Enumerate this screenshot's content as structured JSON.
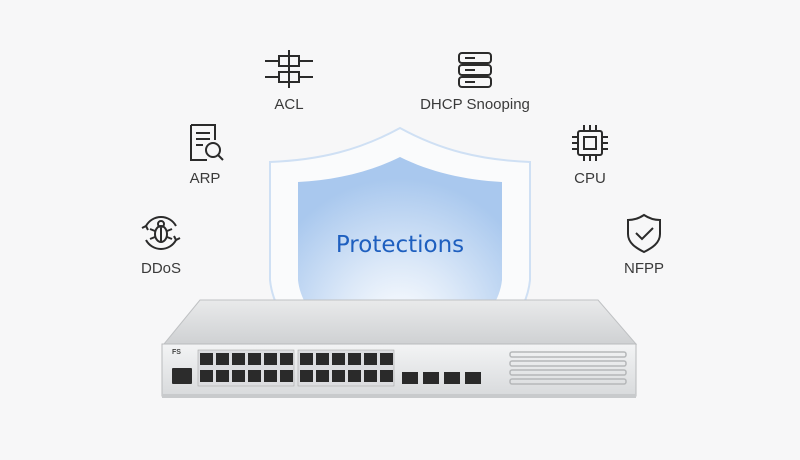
{
  "shield": {
    "title": "Protections"
  },
  "features": {
    "acl": "ACL",
    "dhcp": "DHCP Snooping",
    "arp": "ARP",
    "cpu": "CPU",
    "ddos": "DDoS",
    "nfpp": "NFPP"
  },
  "device": {
    "brand": "FS"
  },
  "colors": {
    "accent": "#1e5fbf",
    "shield": "#bcd6f2",
    "icon": "#2b2b2b"
  }
}
